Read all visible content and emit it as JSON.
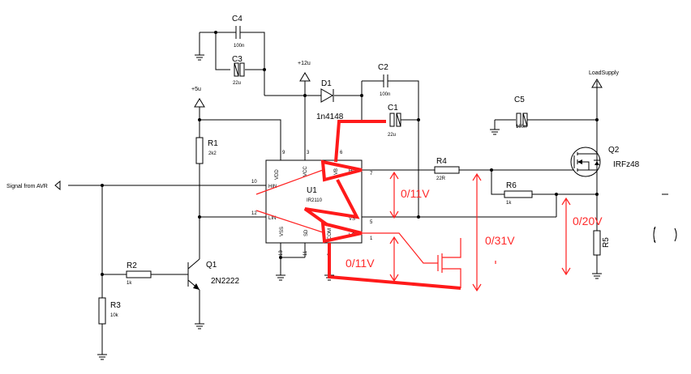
{
  "labels": {
    "signal_input": "Signal from AVR",
    "rail_5v": "+5u",
    "rail_12v": "+12u",
    "load_supply": "LoadSupply"
  },
  "components": {
    "c4": {
      "ref": "C4",
      "value": "100n"
    },
    "c3": {
      "ref": "C3",
      "value": "22u"
    },
    "c2": {
      "ref": "C2",
      "value": "100n"
    },
    "c1": {
      "ref": "C1",
      "value": "22u"
    },
    "c5": {
      "ref": "C5",
      "value": "100n"
    },
    "d1": {
      "ref": "D1",
      "value": "1n4148"
    },
    "r1": {
      "ref": "R1",
      "value": "2k2"
    },
    "r2": {
      "ref": "R2",
      "value": "1k"
    },
    "r3": {
      "ref": "R3",
      "value": "10k"
    },
    "r4": {
      "ref": "R4",
      "value": "22R"
    },
    "r5": {
      "ref": "R5",
      "value": ""
    },
    "r6": {
      "ref": "R6",
      "value": "1k"
    },
    "q1": {
      "ref": "Q1",
      "value": "2N2222"
    },
    "q2": {
      "ref": "Q2",
      "value": "IRFz48"
    },
    "u1": {
      "ref": "U1",
      "value": "IR2110"
    }
  },
  "ic_pins": {
    "vdd": "VDD",
    "hin": "HIN",
    "lin": "LIN",
    "vss": "VSS",
    "sd": "SD",
    "vcc": "VCC",
    "vb": "VB",
    "ho": "HO",
    "vs": "VS",
    "com": "COM",
    "lo": "LO",
    "n9": "9",
    "n10": "10",
    "n12": "12",
    "n13": "13",
    "n11": "11",
    "n3": "3",
    "n6": "6",
    "n7": "7",
    "n5": "5",
    "n2": "2",
    "n1": "1"
  },
  "annotations": {
    "v_ho_vs": "0/11V",
    "v_lo": "0/11V",
    "v_ho_gnd": "0/31V",
    "v_drain": "0/20V"
  }
}
